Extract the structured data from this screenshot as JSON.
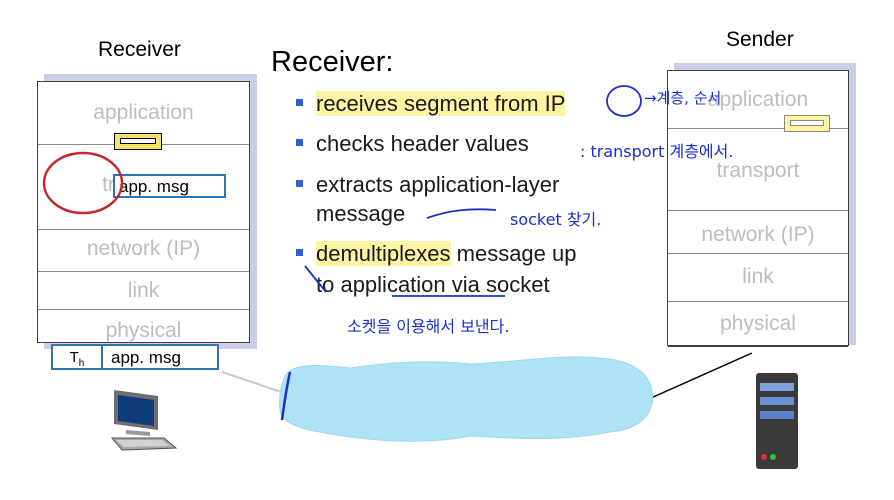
{
  "receiver": {
    "title": "Receiver",
    "layers": [
      "application",
      "transport",
      "network (IP)",
      "link",
      "physical"
    ],
    "segment": {
      "header": "T",
      "header_sub": "h",
      "payload": "app. msg"
    },
    "transport_msg": "app. msg"
  },
  "sender": {
    "title": "Sender",
    "layers": [
      "application",
      "transport",
      "network (IP)",
      "link",
      "physical"
    ]
  },
  "slide": {
    "heading": "Receiver:",
    "bullets": [
      {
        "pre": "",
        "hl": "receives segment from IP",
        "post": ""
      },
      {
        "pre": "checks header values",
        "hl": "",
        "post": ""
      },
      {
        "pre": "extracts application-layer",
        "hl": "",
        "post": ""
      },
      {
        "pre": "message",
        "hl": "",
        "post": ""
      },
      {
        "pre": "",
        "hl": "demultiplexes",
        "post": " message up"
      },
      {
        "pre": "to application via socket",
        "hl": "",
        "post": ""
      }
    ]
  },
  "annotations": {
    "note1": "→계층, 순서",
    "note2": ": transport 계층에서.",
    "note3": "socket 찾기.",
    "note4": "소켓을 이용해서 보낸다."
  },
  "colors": {
    "highlight": "#fff4a3",
    "box_border": "#2e75b6",
    "cloud": "#aee3f5",
    "ink": "#1b2fcc",
    "circle": "#c0282d",
    "bullet": "#2f5fd0"
  }
}
